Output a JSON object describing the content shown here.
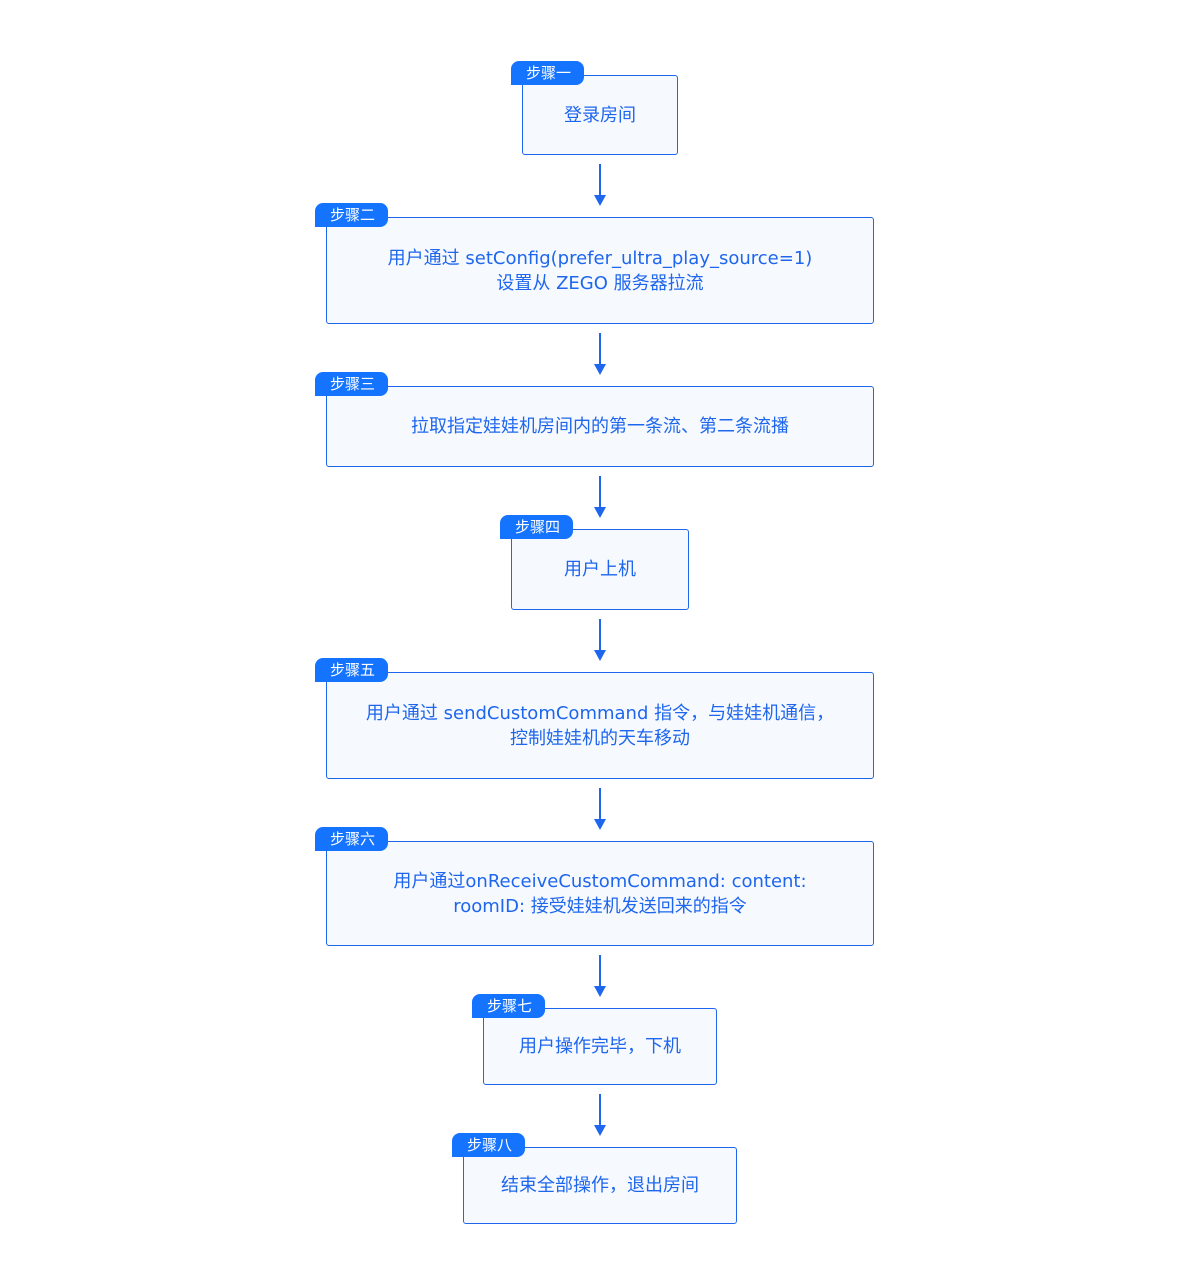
{
  "colors": {
    "accent": "#1473ff",
    "box_border": "#1e66ee",
    "box_fill": "#f6f9fe",
    "text": "#1e66ee"
  },
  "steps": [
    {
      "badge": "步骤一",
      "lines": [
        "登录房间"
      ]
    },
    {
      "badge": "步骤二",
      "lines": [
        "用户通过 setConfig(prefer_ultra_play_source=1)",
        "设置从 ZEGO 服务器拉流"
      ]
    },
    {
      "badge": "步骤三",
      "lines": [
        "拉取指定娃娃机房间内的第一条流、第二条流播"
      ]
    },
    {
      "badge": "步骤四",
      "lines": [
        "用户上机"
      ]
    },
    {
      "badge": "步骤五",
      "lines": [
        "用户通过 sendCustomCommand 指令，与娃娃机通信，",
        "控制娃娃机的天车移动"
      ]
    },
    {
      "badge": "步骤六",
      "lines": [
        "用户通过onReceiveCustomCommand: content:",
        "roomID: 接受娃娃机发送回来的指令"
      ]
    },
    {
      "badge": "步骤七",
      "lines": [
        "用户操作完毕，下机"
      ]
    },
    {
      "badge": "步骤八",
      "lines": [
        "结束全部操作，退出房间"
      ]
    }
  ]
}
